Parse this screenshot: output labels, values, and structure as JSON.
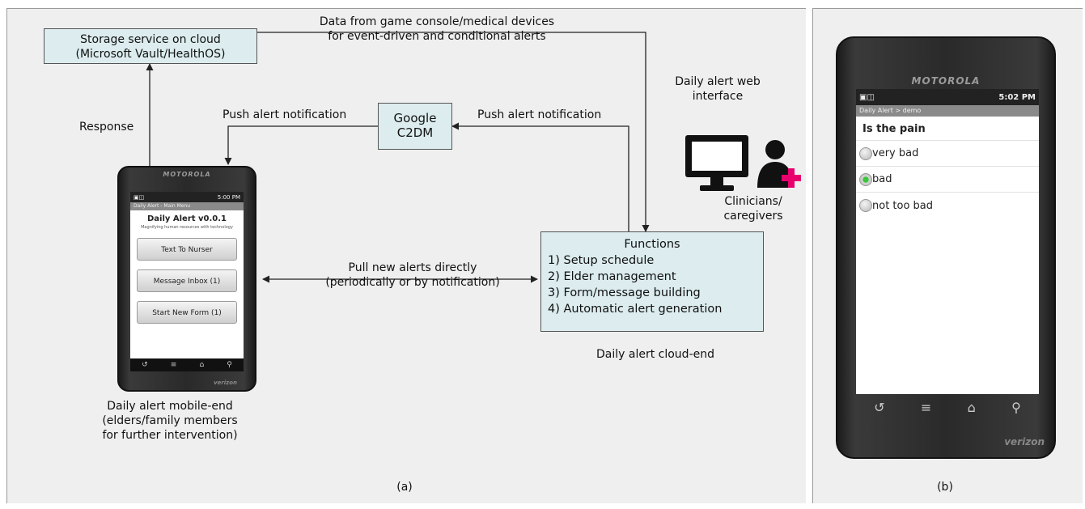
{
  "panel_a": {
    "caption": "(a)",
    "storage_box": {
      "line1": "Storage service on cloud",
      "line2": "(Microsoft Vault/HealthOS)"
    },
    "c2dm_box": {
      "line1": "Google",
      "line2": "C2DM"
    },
    "functions_box": {
      "title": "Functions",
      "items": [
        "1) Setup schedule",
        "2) Elder management",
        "3) Form/message building",
        "4) Automatic alert generation"
      ]
    },
    "labels": {
      "data_from_line1": "Data from game console/medical devices",
      "data_from_line2": "for event-driven and conditional alerts",
      "response": "Response",
      "push_left": "Push alert notification",
      "push_right": "Push alert notification",
      "pull_line1": "Pull new alerts directly",
      "pull_line2": "(periodically or by notification)",
      "web_line1": "Daily alert web",
      "web_line2": "interface",
      "clin_line1": "Clinicians/",
      "clin_line2": "caregivers",
      "cloud_end": "Daily alert cloud-end",
      "mobile_line1": "Daily alert mobile-end",
      "mobile_line2": "(elders/family members",
      "mobile_line3": "for further intervention)"
    },
    "phone": {
      "brand": "MOTOROLA",
      "time": "5:00 PM",
      "titlebar": "Daily Alert - Main Menu",
      "app_title": "Daily Alert v0.0.1",
      "app_subtitle": "Magnifying human resources with technology",
      "buttons": [
        "Text To Nurser",
        "Message Inbox (1)",
        "Start New Form (1)"
      ],
      "carrier": "verizon"
    }
  },
  "panel_b": {
    "caption": "(b)",
    "phone": {
      "brand": "MOTOROLA",
      "time": "5:02 PM",
      "titlebar": "Daily Alert > demo",
      "question": "Is the pain",
      "options": [
        {
          "label": "very bad",
          "selected": false
        },
        {
          "label": "bad",
          "selected": true
        },
        {
          "label": "not too bad",
          "selected": false
        }
      ],
      "carrier": "verizon"
    }
  },
  "colors": {
    "box_fill": "#dcecef",
    "panel_bg": "#f0efef",
    "accent_plus": "#e8006e"
  }
}
